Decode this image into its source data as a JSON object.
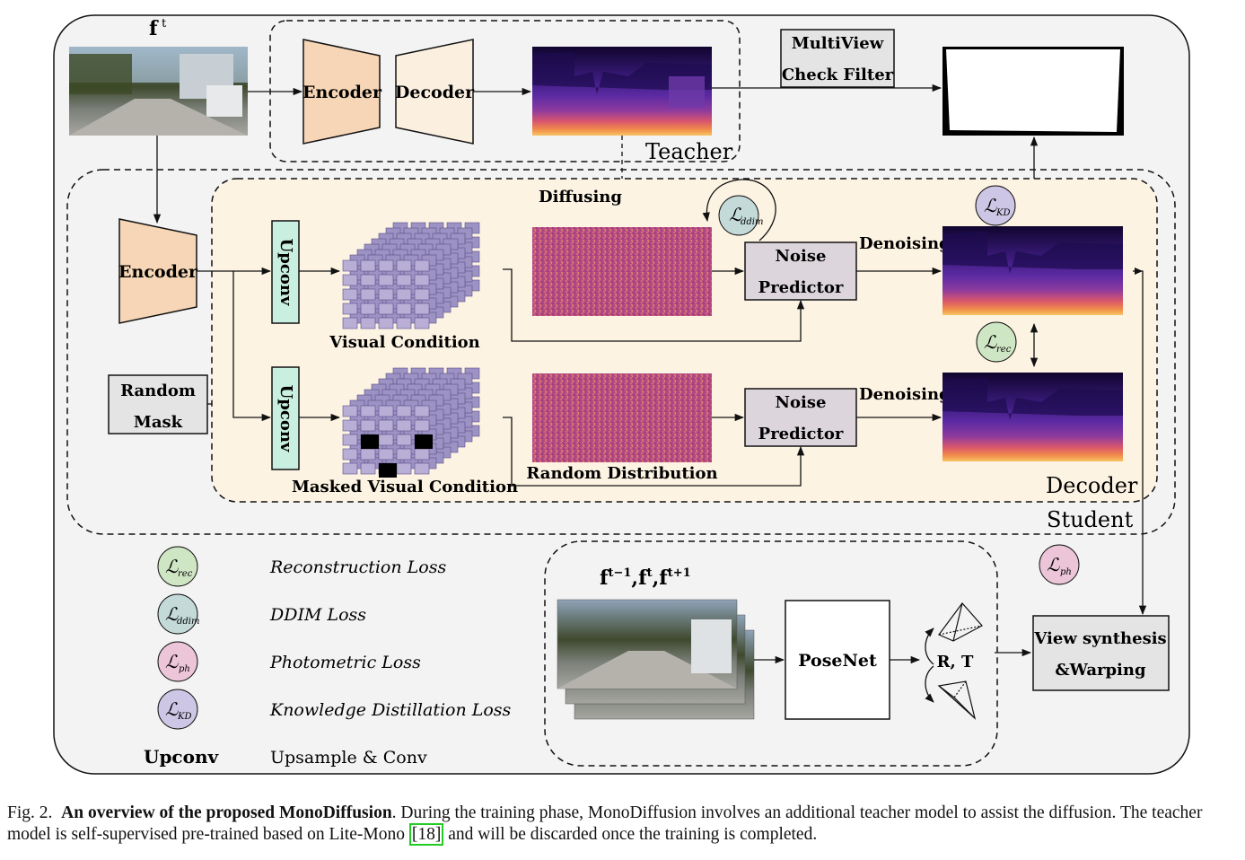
{
  "figure": {
    "input_label": "f",
    "input_sup": "t",
    "teacher": {
      "encoder": "Encoder",
      "decoder": "Decoder",
      "label": "Teacher"
    },
    "multiview_filter": [
      "MultiView",
      "Check Filter"
    ],
    "diffusing": "Diffusing",
    "student": {
      "label": "Student",
      "encoder": "Encoder",
      "random_mask": [
        "Random",
        "Mask"
      ],
      "decoder_label": "Decoder",
      "upconv": "Upconv",
      "visual_condition": "Visual Condition",
      "masked_visual_condition": "Masked Visual Condition",
      "random_distribution": "Random Distribution",
      "noise_predictor": [
        "Noise",
        "Predictor"
      ],
      "denoising": "Denoising"
    },
    "losses": {
      "script": "ℒ",
      "kd": "KD",
      "rec": "rec",
      "ddim": "ddim",
      "ph": "ph"
    },
    "pose": {
      "frames_label": "f",
      "frames_sup": [
        "t−1",
        "t",
        "t+1"
      ],
      "posenet": "PoseNet",
      "rt": "R, T",
      "view_synthesis": [
        "View synthesis",
        "&Warping"
      ]
    },
    "legend": [
      {
        "icon": "rec",
        "text": "Reconstruction Loss",
        "color": "#cfe6c4"
      },
      {
        "icon": "ddim",
        "text": "DDIM Loss",
        "color": "#c3dad9"
      },
      {
        "icon": "ph",
        "text": "Photometric Loss",
        "color": "#ecc6d8"
      },
      {
        "icon": "KD",
        "text": "Knowledge Distillation Loss",
        "color": "#cdc6e4"
      }
    ],
    "legend_upconv": {
      "term": "Upconv",
      "text": "Upsample & Conv"
    }
  },
  "caption": {
    "fig": "Fig. 2.",
    "title": "An overview of the proposed MonoDiffusion",
    "text1": ". During the training phase, MonoDiffusion involves an additional teacher model to assist the diffusion. The teacher model is self-supervised pre-trained based on Lite-Mono ",
    "ref": "[18]",
    "text2": " and will be discarded once the training is completed."
  }
}
